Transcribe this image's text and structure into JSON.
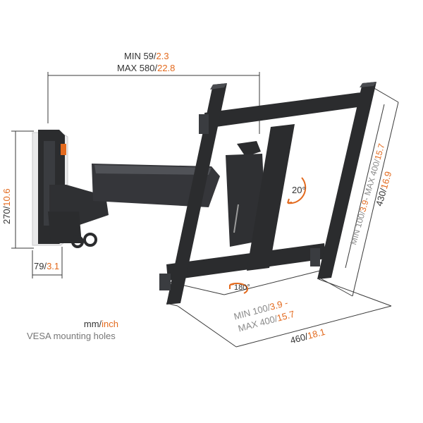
{
  "top_dimension": {
    "min_label": "MIN 59/",
    "min_inch": "2.3",
    "max_label": "MAX 580/",
    "max_inch": "22.8"
  },
  "height_dimension": {
    "mm": "270/",
    "inch": "10.6"
  },
  "depth_dimension": {
    "mm": "79/",
    "inch": "3.1"
  },
  "tilt_label": "20°",
  "rotate_label": "180°",
  "vesa_horizontal": {
    "line1_mm": "MIN 100/",
    "line1_inch": "3.9 -",
    "line2_mm": "MAX 400/",
    "line2_inch": "15.7"
  },
  "width_dimension": {
    "mm": "460/",
    "inch": "18.1"
  },
  "vesa_vertical": {
    "min_mm": "MIN 100/",
    "min_inch": "3.9",
    "max_mm": "- MAX 400/",
    "max_inch": "15.7"
  },
  "plate_height_dimension": {
    "mm": "430/",
    "inch": "16.9"
  },
  "legend": {
    "unit_mm": "mm/",
    "unit_inch": "inch",
    "caption": "VESA mounting holes"
  },
  "colors": {
    "accent": "#e36a1e",
    "metal": "#2b2c2e",
    "metal_light": "#4a4c50",
    "dim_line": "#3a3a3a"
  }
}
